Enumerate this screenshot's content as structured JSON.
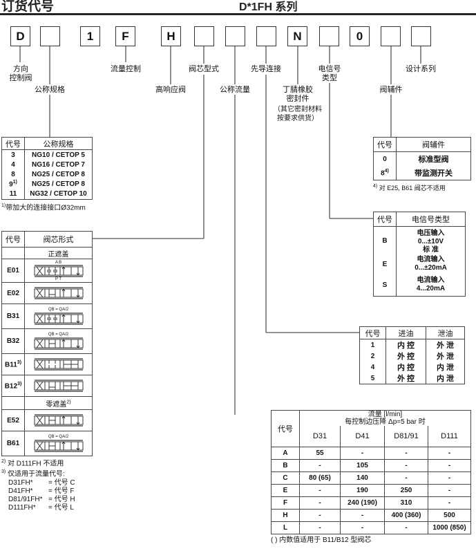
{
  "header": {
    "title": "订货代号",
    "series": "D*1FH 系列"
  },
  "code_boxes": [
    "D",
    "",
    "1",
    "F",
    "H",
    "",
    "",
    "",
    "N",
    "",
    "0",
    "",
    ""
  ],
  "labels": {
    "direction": "方向\n控制阀",
    "nominal_size": "公称规格",
    "flow_control": "流量控制",
    "high_response": "高响应阀",
    "spool_type": "阀芯型式",
    "nominal_flow": "公称流量",
    "pilot_connection": "先导连接",
    "seal": "丁腈橡胶\n密封件",
    "seal_note": "（其它密封材料\n按要求供货）",
    "signal": "电信号\n类型",
    "accessory": "阀辅件",
    "design_series": "设计系列"
  },
  "size_table": {
    "headers": [
      "代号",
      "公称规格"
    ],
    "rows": [
      {
        "code": "3",
        "sup": "",
        "value": "NG10 / CETOP 5"
      },
      {
        "code": "4",
        "sup": "",
        "value": "NG16 / CETOP 7"
      },
      {
        "code": "8",
        "sup": "",
        "value": "NG25 / CETOP 8"
      },
      {
        "code": "9",
        "sup": "1)",
        "value": "NG25 / CETOP 8"
      },
      {
        "code": "11",
        "sup": "",
        "value": "NG32 / CETOP 10"
      }
    ],
    "footnote_mark": "1)",
    "footnote": "带加大的连接接口Ø32mm"
  },
  "spool_table": {
    "headers": [
      "代号",
      "阀芯形式"
    ],
    "group_positive": "正遮盖",
    "group_zero": "零遮盖",
    "group_zero_sup": "2)",
    "rows": [
      {
        "code": "E01",
        "sup": "",
        "note": "",
        "ports_top": "A B",
        "ports_bottom": "P T"
      },
      {
        "code": "E02",
        "sup": "",
        "note": ""
      },
      {
        "code": "B31",
        "sup": "",
        "note": "QB = QA/2"
      },
      {
        "code": "B32",
        "sup": "",
        "note": "QB = QA/2"
      },
      {
        "code": "B11",
        "sup": "3)",
        "note": ""
      },
      {
        "code": "B12",
        "sup": "3)",
        "note": ""
      },
      {
        "code": "E52",
        "sup": "",
        "note": ""
      },
      {
        "code": "B61",
        "sup": "",
        "note": "QB = QA/2"
      }
    ],
    "footnotes": [
      {
        "mark": "2)",
        "text": "对 D111FH 不适用"
      },
      {
        "mark": "3)",
        "text": "仅适用于流量代号:"
      }
    ],
    "mapping": [
      {
        "model": "D31FH*",
        "eq": "= 代号 C"
      },
      {
        "model": "D41FH*",
        "eq": "= 代号 F"
      },
      {
        "model": "D81/91FH*",
        "eq": "= 代号 H"
      },
      {
        "model": "D111FH*",
        "eq": "= 代号 L"
      }
    ]
  },
  "accessory_table": {
    "headers": [
      "代号",
      "阀辅件"
    ],
    "rows": [
      {
        "code": "0",
        "sup": "",
        "value": "标准型阀"
      },
      {
        "code": "8",
        "sup": "4)",
        "value": "带监测开关"
      }
    ],
    "footnote_mark": "4)",
    "footnote": "对 E25, B61 阀芯不适用"
  },
  "signal_table": {
    "headers": [
      "代号",
      "电信号类型"
    ],
    "rows": [
      {
        "code": "B",
        "lines": [
          "电压输入",
          "0...±10V",
          "标 准"
        ]
      },
      {
        "code": "E",
        "lines": [
          "电流输入",
          "0...±20mA"
        ]
      },
      {
        "code": "S",
        "lines": [
          "电流输入",
          "4...20mA"
        ]
      }
    ]
  },
  "pilot_table": {
    "headers": [
      "代号",
      "进油",
      "泄油"
    ],
    "rows": [
      {
        "code": "1",
        "in": "内 控",
        "out": "外 泄"
      },
      {
        "code": "2",
        "in": "外 控",
        "out": "外 泄"
      },
      {
        "code": "4",
        "in": "内 控",
        "out": "内 泄"
      },
      {
        "code": "5",
        "in": "外 控",
        "out": "内 泄"
      }
    ]
  },
  "flow_table": {
    "code_header": "代号",
    "title_line1": "流量 [l/min]",
    "title_line2": "每控制边压降 Δp=5 bar 时",
    "columns": [
      "D31",
      "D41",
      "D81/91",
      "D111"
    ],
    "rows": [
      {
        "code": "A",
        "values": [
          "55",
          "-",
          "-",
          "-"
        ]
      },
      {
        "code": "B",
        "values": [
          "-",
          "105",
          "-",
          "-"
        ]
      },
      {
        "code": "C",
        "values": [
          "80 (65)",
          "140",
          "-",
          "-"
        ]
      },
      {
        "code": "E",
        "values": [
          "-",
          "190",
          "250",
          "-"
        ]
      },
      {
        "code": "F",
        "values": [
          "-",
          "240 (190)",
          "310",
          "-"
        ]
      },
      {
        "code": "H",
        "values": [
          "-",
          "-",
          "400 (360)",
          "500"
        ]
      },
      {
        "code": "L",
        "values": [
          "-",
          "-",
          "-",
          "1000 (850)"
        ]
      }
    ],
    "footnote": "( ) 内数值适用于 B11/B12 型阀芯"
  }
}
